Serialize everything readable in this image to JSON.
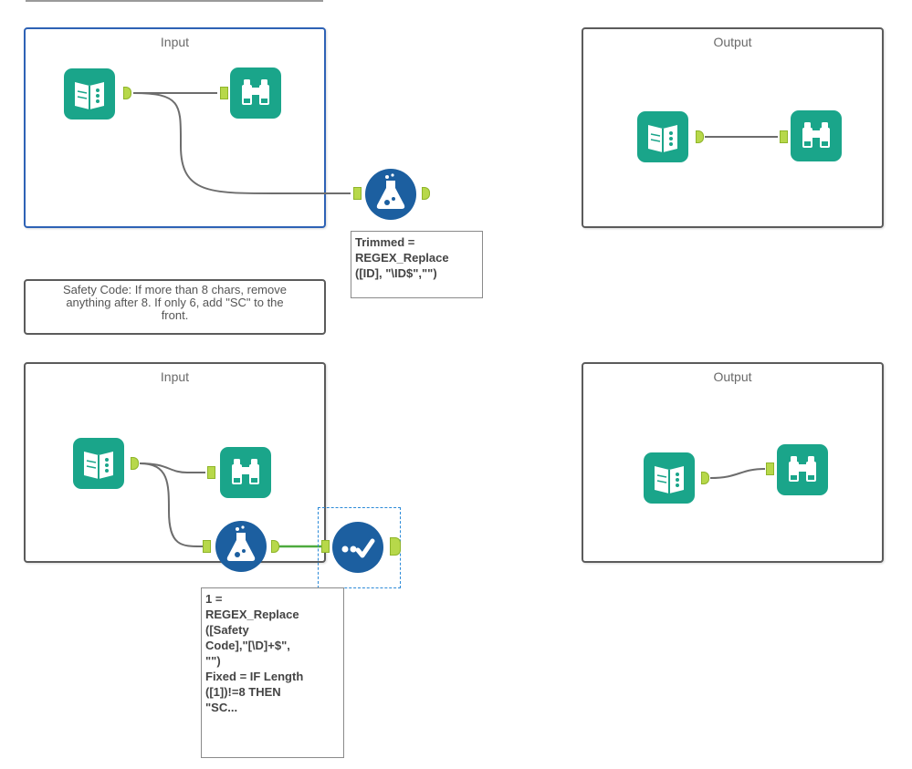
{
  "containers": {
    "input_top": {
      "title": "Input"
    },
    "output_top": {
      "title": "Output"
    },
    "input_bottom": {
      "title": "Input"
    },
    "output_bottom": {
      "title": "Output"
    }
  },
  "annotation": {
    "lines": [
      "Safety Code: If more than 8 chars, remove",
      "anything after 8. If only 6, add \"SC\" to the",
      "front."
    ]
  },
  "formula_top": {
    "lines": [
      "Trimmed =",
      "REGEX_Replace",
      "([ID], \"\\ID$\",\"\")"
    ]
  },
  "formula_bottom": {
    "lines": [
      "1 =",
      "REGEX_Replace",
      "([Safety",
      "Code],\"[\\D]+$\",",
      "\"\")",
      "Fixed = IF Length",
      "([1])!=8 THEN",
      "\"SC..."
    ]
  },
  "colors": {
    "tool_green": "#1aa58a",
    "tool_blue": "#1c5fa0",
    "anchor": "#b7d84a",
    "container_selected": "#2e62b5"
  },
  "icons": {
    "input": "book-input-icon",
    "browse": "binoculars-icon",
    "formula": "flask-icon",
    "select": "check-dots-icon"
  }
}
